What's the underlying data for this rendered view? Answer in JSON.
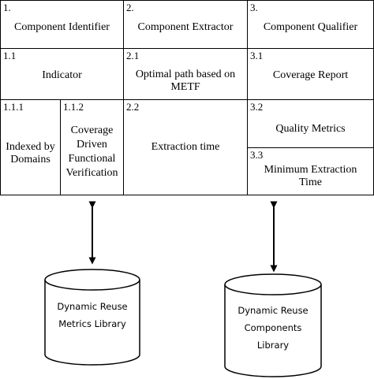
{
  "table": {
    "col1": {
      "number": "1.",
      "title": "Component Identifier"
    },
    "col2": {
      "number": "2.",
      "title": "Component Extractor"
    },
    "col3": {
      "number": "3.",
      "title": "Component Qualifier"
    },
    "c1_1": {
      "number": "1.1",
      "label": "Indicator"
    },
    "c2_1": {
      "number": "2.1",
      "label": "Optimal path based on\nMETF"
    },
    "c3_1": {
      "number": "3.1",
      "label": "Coverage Report"
    },
    "c1_1_1": {
      "number": "1.1.1",
      "label": "Indexed by\nDomains"
    },
    "c1_1_2": {
      "number": "1.1.2",
      "label": "Coverage\nDriven\nFunctional\nVerification"
    },
    "c2_2": {
      "number": "2.2",
      "label": "Extraction time"
    },
    "c3_2": {
      "number": "3.2",
      "label": "Quality Metrics"
    },
    "c3_3": {
      "number": "3.3",
      "label": "Minimum Extraction\nTime"
    }
  },
  "libraries": {
    "metrics": "Dynamic Reuse\nMetrics Library",
    "components": "Dynamic Reuse\nComponents\nLibrary"
  }
}
